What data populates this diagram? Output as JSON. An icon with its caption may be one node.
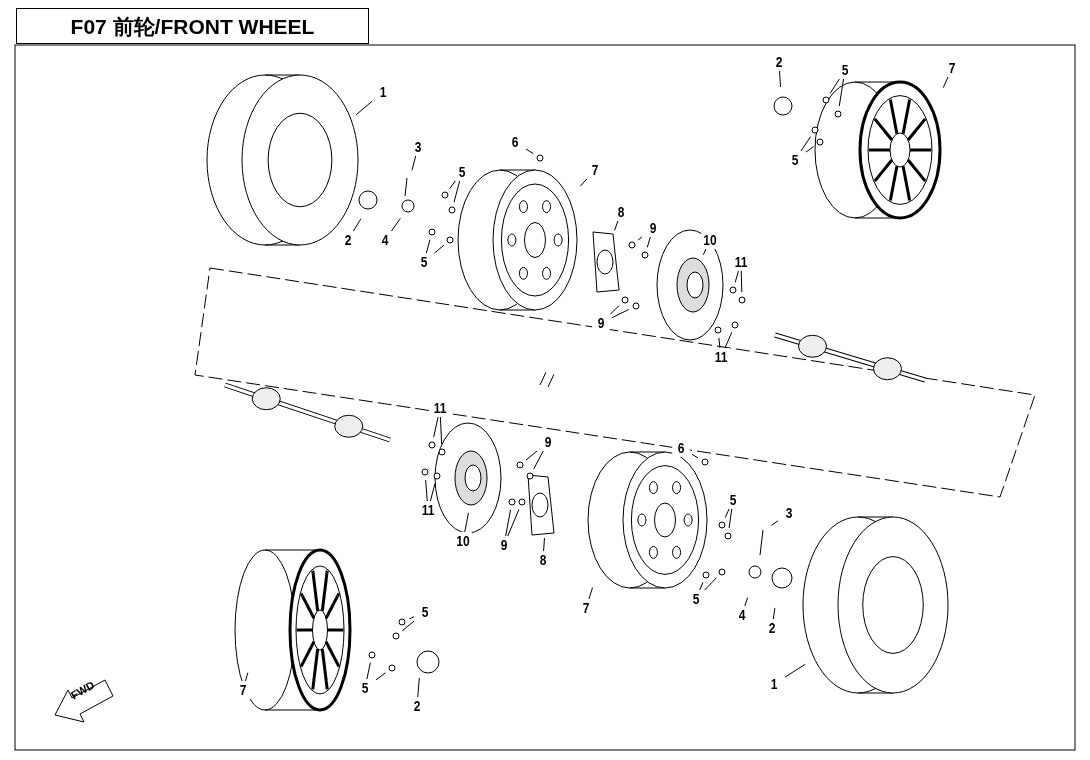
{
  "diagram": {
    "title": "F07 前轮/FRONT WHEEL",
    "nodes": [
      {
        "text": [
          "1"
        ]
      },
      {
        "text": [
          "3"
        ]
      },
      {
        "text": [
          "2"
        ]
      },
      {
        "text": [
          "4"
        ]
      },
      {
        "text": [
          "5"
        ]
      },
      {
        "text": [
          "5"
        ]
      },
      {
        "text": [
          "6"
        ]
      },
      {
        "text": [
          "7"
        ]
      },
      {
        "text": [
          "8"
        ]
      },
      {
        "text": [
          "9"
        ]
      },
      {
        "text": [
          "10"
        ]
      },
      {
        "text": [
          "11"
        ]
      },
      {
        "text": [
          "9"
        ]
      },
      {
        "text": [
          "11"
        ]
      },
      {
        "text": [
          "2"
        ]
      },
      {
        "text": [
          "5"
        ]
      },
      {
        "text": [
          "7"
        ]
      },
      {
        "text": [
          "5"
        ]
      },
      {
        "text": [
          "11"
        ]
      },
      {
        "text": [
          "9"
        ]
      },
      {
        "text": [
          "6"
        ]
      },
      {
        "text": [
          "11"
        ]
      },
      {
        "text": [
          "10"
        ]
      },
      {
        "text": [
          "9"
        ]
      },
      {
        "text": [
          "8"
        ]
      },
      {
        "text": [
          "5"
        ]
      },
      {
        "text": [
          "3"
        ]
      },
      {
        "text": [
          "7"
        ]
      },
      {
        "text": [
          "5"
        ]
      },
      {
        "text": [
          "4"
        ]
      },
      {
        "text": [
          "2"
        ]
      },
      {
        "text": [
          "5"
        ]
      },
      {
        "text": [
          "1"
        ]
      },
      {
        "text": [
          "7"
        ]
      },
      {
        "text": [
          "5"
        ]
      },
      {
        "text": [
          "2"
        ]
      }
    ],
    "edges": [
      {
        "from": 0,
        "to": null,
        "arrow": "none"
      },
      {
        "from": 1,
        "to": null,
        "arrow": "none"
      },
      {
        "from": 2,
        "to": null,
        "arrow": "none"
      },
      {
        "from": 3,
        "to": null,
        "arrow": "none"
      },
      {
        "from": 4,
        "to": null,
        "arrow": "none"
      },
      {
        "from": 4,
        "to": null,
        "arrow": "none"
      },
      {
        "from": 5,
        "to": null,
        "arrow": "none"
      },
      {
        "from": 5,
        "to": null,
        "arrow": "none"
      },
      {
        "from": 6,
        "to": null,
        "arrow": "none"
      },
      {
        "from": 7,
        "to": null,
        "arrow": "none"
      },
      {
        "from": 8,
        "to": null,
        "arrow": "none"
      },
      {
        "from": 9,
        "to": null,
        "arrow": "none"
      },
      {
        "from": 9,
        "to": null,
        "arrow": "none"
      },
      {
        "from": 10,
        "to": null,
        "arrow": "none"
      },
      {
        "from": 11,
        "to": null,
        "arrow": "none"
      },
      {
        "from": 11,
        "to": null,
        "arrow": "none"
      },
      {
        "from": 12,
        "to": null,
        "arrow": "none"
      },
      {
        "from": 12,
        "to": null,
        "arrow": "none"
      },
      {
        "from": 13,
        "to": null,
        "arrow": "none"
      },
      {
        "from": 13,
        "to": null,
        "arrow": "none"
      },
      {
        "from": 14,
        "to": null,
        "arrow": "none"
      },
      {
        "from": 15,
        "to": null,
        "arrow": "none"
      },
      {
        "from": 15,
        "to": null,
        "arrow": "none"
      },
      {
        "from": 16,
        "to": null,
        "arrow": "none"
      },
      {
        "from": 17,
        "to": null,
        "arrow": "none"
      },
      {
        "from": 17,
        "to": null,
        "arrow": "none"
      },
      {
        "from": 18,
        "to": null,
        "arrow": "none"
      },
      {
        "from": 18,
        "to": null,
        "arrow": "none"
      },
      {
        "from": 19,
        "to": null,
        "arrow": "none"
      },
      {
        "from": 19,
        "to": null,
        "arrow": "none"
      },
      {
        "from": 20,
        "to": null,
        "arrow": "none"
      },
      {
        "from": 21,
        "to": null,
        "arrow": "none"
      },
      {
        "from": 21,
        "to": null,
        "arrow": "none"
      },
      {
        "from": 22,
        "to": null,
        "arrow": "none"
      },
      {
        "from": 23,
        "to": null,
        "arrow": "none"
      },
      {
        "from": 23,
        "to": null,
        "arrow": "none"
      },
      {
        "from": 24,
        "to": null,
        "arrow": "none"
      },
      {
        "from": 25,
        "to": null,
        "arrow": "none"
      },
      {
        "from": 25,
        "to": null,
        "arrow": "none"
      },
      {
        "from": 26,
        "to": null,
        "arrow": "none"
      },
      {
        "from": 27,
        "to": null,
        "arrow": "none"
      },
      {
        "from": 28,
        "to": null,
        "arrow": "none"
      },
      {
        "from": 28,
        "to": null,
        "arrow": "none"
      },
      {
        "from": 29,
        "to": null,
        "arrow": "none"
      },
      {
        "from": 30,
        "to": null,
        "arrow": "none"
      },
      {
        "from": 31,
        "to": null,
        "arrow": "none"
      },
      {
        "from": 31,
        "to": null,
        "arrow": "none"
      },
      {
        "from": 32,
        "to": null,
        "arrow": "none"
      },
      {
        "from": 33,
        "to": null,
        "arrow": "none"
      },
      {
        "from": 34,
        "to": null,
        "arrow": "none"
      },
      {
        "from": 34,
        "to": null,
        "arrow": "none"
      },
      {
        "from": 35,
        "to": null,
        "arrow": "none"
      }
    ],
    "labels": [
      "FWD"
    ]
  }
}
